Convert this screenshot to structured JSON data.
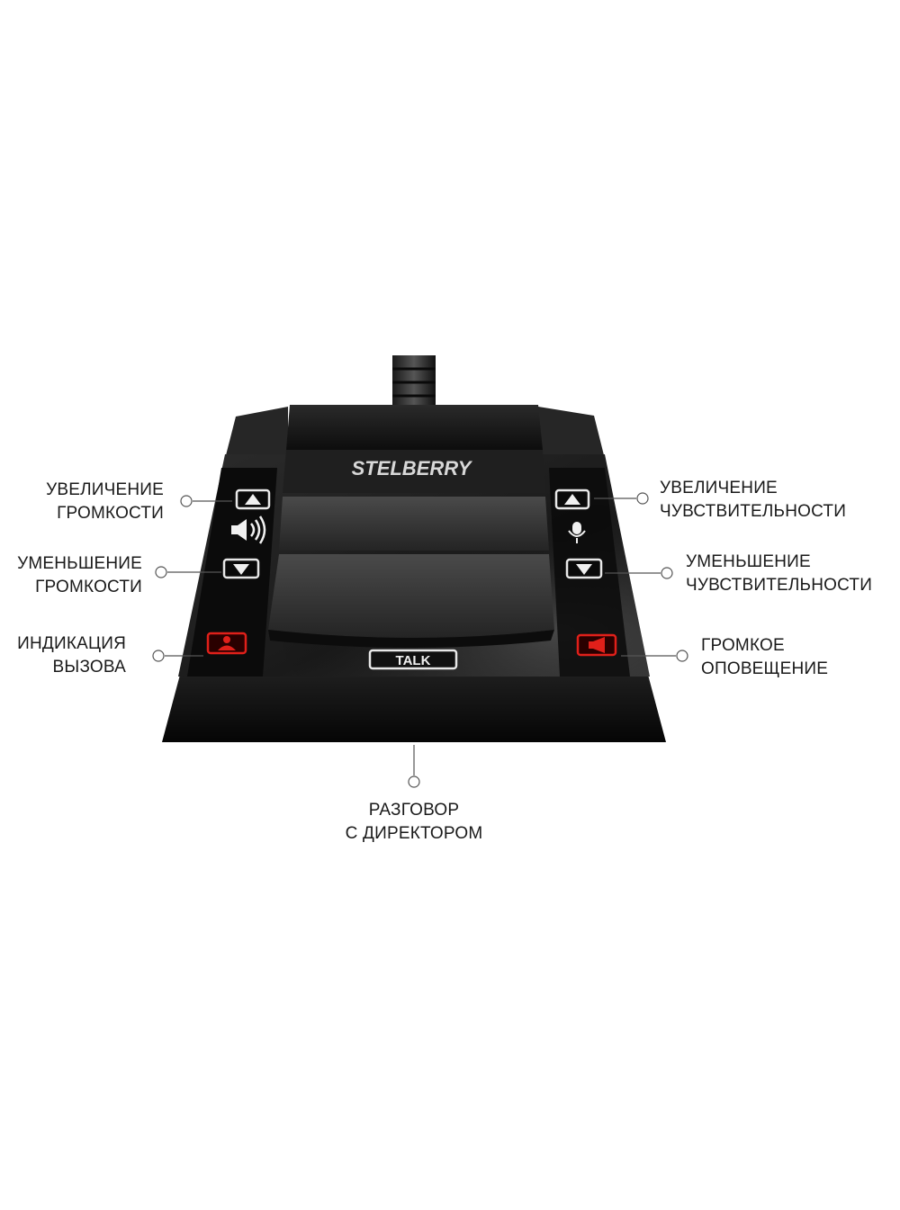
{
  "device": {
    "brand": "STELBERRY",
    "talk_label": "TALK"
  },
  "labels": {
    "volume_up": [
      "УВЕЛИЧЕНИЕ",
      "ГРОМКОСТИ"
    ],
    "volume_down": [
      "УМЕНЬШЕНИЕ",
      "ГРОМКОСТИ"
    ],
    "call_indication": [
      "ИНДИКАЦИЯ",
      "ВЫЗОВА"
    ],
    "sensitivity_up": [
      "УВЕЛИЧЕНИЕ",
      "ЧУВСТВИТЕЛЬНОСТИ"
    ],
    "sensitivity_down": [
      "УМЕНЬШЕНИЕ",
      "ЧУВСТВИТЕЛЬНОСТИ"
    ],
    "loud_announcement": [
      "ГРОМКОЕ",
      "ОПОВЕЩЕНИЕ"
    ],
    "talk_director": [
      "РАЗГОВОР",
      "С ДИРЕКТОРОМ"
    ]
  },
  "colors": {
    "indicator_red": "#e0201a",
    "body_dark": "#151515"
  },
  "icons": [
    "arrow-up-icon",
    "arrow-down-icon",
    "speaker-icon",
    "microphone-icon",
    "person-icon",
    "loudspeaker-icon"
  ]
}
